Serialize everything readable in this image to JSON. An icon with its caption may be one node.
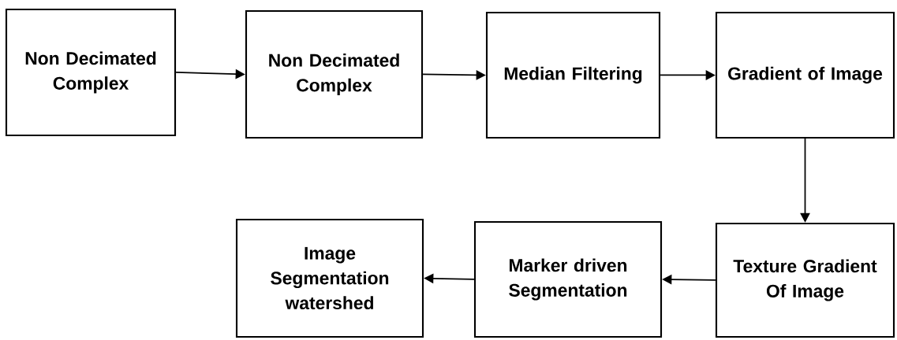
{
  "diagram": {
    "nodes": [
      {
        "text": [
          "Non Decimated Complex"
        ]
      },
      {
        "text": [
          "Non Decimated Complex"
        ]
      },
      {
        "text": [
          "Median Filtering"
        ]
      },
      {
        "text": [
          "Gradient of Image"
        ]
      },
      {
        "text": [
          "Texture Gradient Of Image"
        ]
      },
      {
        "text": [
          "Marker driven Segmentation"
        ]
      },
      {
        "text": [
          "Image Segmentation watershed"
        ]
      }
    ],
    "edges": [
      {
        "from": 0,
        "to": 1,
        "arrow": "to"
      },
      {
        "from": 1,
        "to": 2,
        "arrow": "to"
      },
      {
        "from": 2,
        "to": 3,
        "arrow": "to"
      },
      {
        "from": 3,
        "to": 4,
        "arrow": "to"
      },
      {
        "from": 4,
        "to": 5,
        "arrow": "to"
      },
      {
        "from": 5,
        "to": 6,
        "arrow": "to"
      }
    ]
  }
}
